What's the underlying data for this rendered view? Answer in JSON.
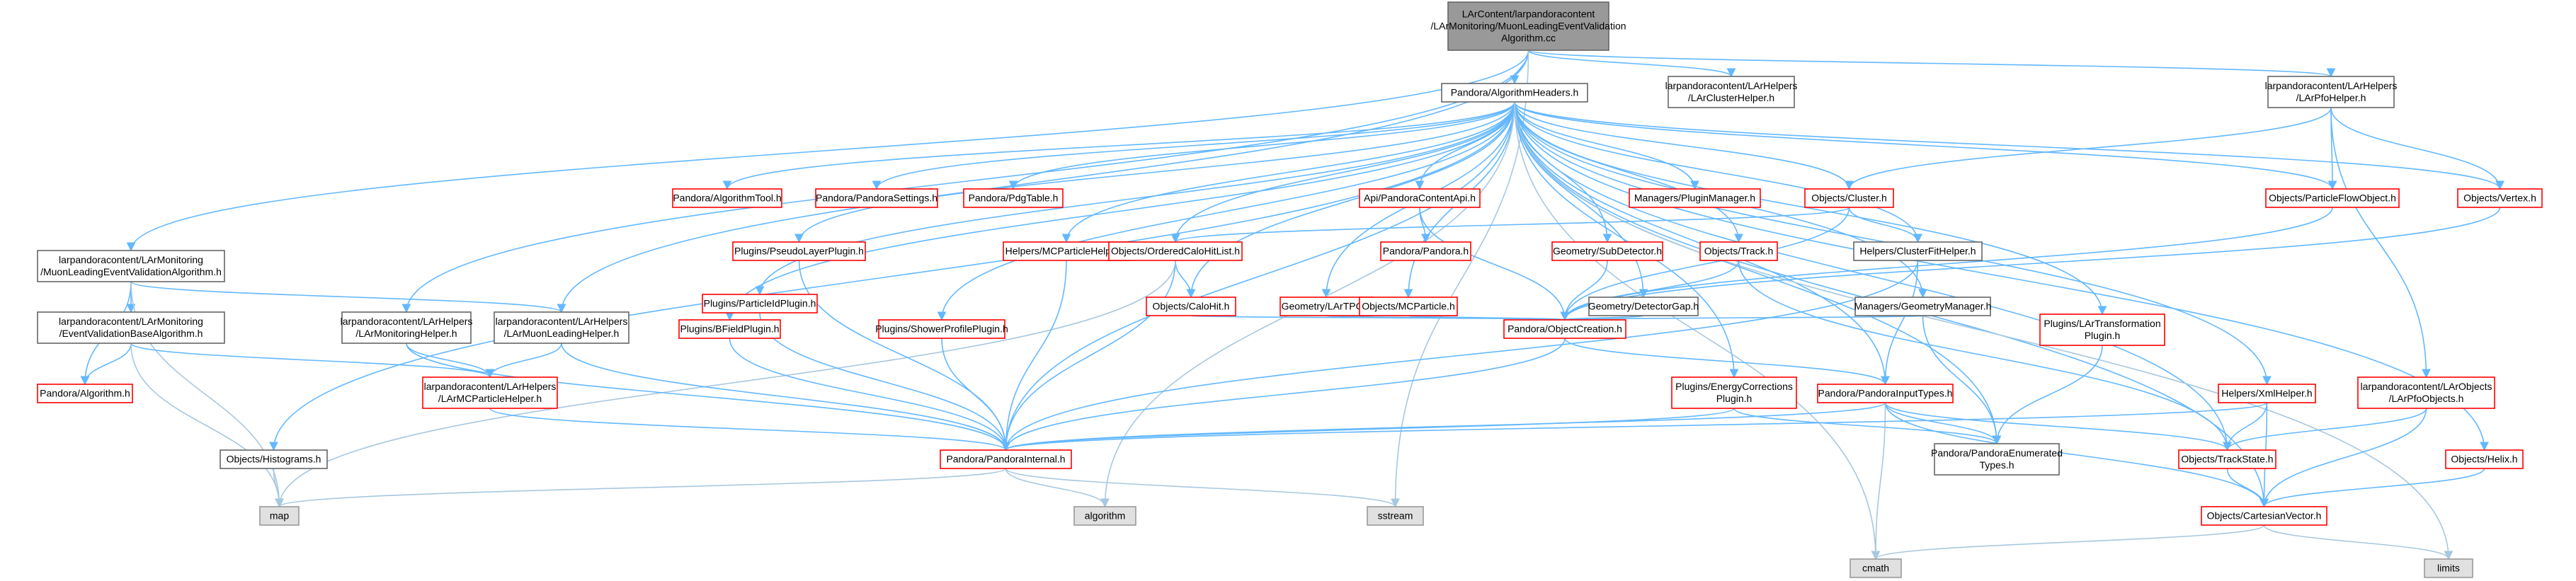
{
  "colors": {
    "edge": "#63b8ff",
    "edge_muted": "#a7c8df",
    "node_border_black": "#666666",
    "node_border_red": "#ff0000",
    "node_fill": "#ffffff",
    "root_fill": "#999999",
    "system_fill": "#e0e0e0",
    "system_border": "#999999",
    "text": "#000000"
  },
  "nodes": [
    {
      "id": "root",
      "lines": [
        "LArContent/larpandoracontent",
        "/LArMonitoring/MuonLeadingEventValidation",
        "Algorithm.cc"
      ],
      "style": "root"
    },
    {
      "id": "alg_headers",
      "lines": [
        "Pandora/AlgorithmHeaders.h"
      ],
      "style": "black"
    },
    {
      "id": "lar_cluster_helper",
      "lines": [
        "larpandoracontent/LArHelpers",
        "/LArClusterHelper.h"
      ],
      "style": "black"
    },
    {
      "id": "lar_pfo_helper",
      "lines": [
        "larpandoracontent/LArHelpers",
        "/LArPfoHelper.h"
      ],
      "style": "black"
    },
    {
      "id": "alg_tool",
      "lines": [
        "Pandora/AlgorithmTool.h"
      ],
      "style": "red"
    },
    {
      "id": "pandora_settings",
      "lines": [
        "Pandora/PandoraSettings.h"
      ],
      "style": "red"
    },
    {
      "id": "pdg_table",
      "lines": [
        "Pandora/PdgTable.h"
      ],
      "style": "red"
    },
    {
      "id": "api",
      "lines": [
        "Api/PandoraContentApi.h"
      ],
      "style": "red"
    },
    {
      "id": "plugin_manager",
      "lines": [
        "Managers/PluginManager.h"
      ],
      "style": "red"
    },
    {
      "id": "cluster",
      "lines": [
        "Objects/Cluster.h"
      ],
      "style": "red"
    },
    {
      "id": "particle_flow",
      "lines": [
        "Objects/ParticleFlowObject.h"
      ],
      "style": "red"
    },
    {
      "id": "vertex",
      "lines": [
        "Objects/Vertex.h"
      ],
      "style": "red"
    },
    {
      "id": "pseudo_layer",
      "lines": [
        "Plugins/PseudoLayerPlugin.h"
      ],
      "style": "red"
    },
    {
      "id": "mc_particle_helper",
      "lines": [
        "Helpers/MCParticleHelper.h"
      ],
      "style": "red"
    },
    {
      "id": "ordered_calo",
      "lines": [
        "Objects/OrderedCaloHitList.h"
      ],
      "style": "red"
    },
    {
      "id": "pandora_pandora",
      "lines": [
        "Pandora/Pandora.h"
      ],
      "style": "red"
    },
    {
      "id": "sub_detector",
      "lines": [
        "Geometry/SubDetector.h"
      ],
      "style": "red"
    },
    {
      "id": "track",
      "lines": [
        "Objects/Track.h"
      ],
      "style": "red"
    },
    {
      "id": "cluster_fit",
      "lines": [
        "Helpers/ClusterFitHelper.h"
      ],
      "style": "black"
    },
    {
      "id": "muon_alg",
      "lines": [
        "larpandoracontent/LArMonitoring",
        "/MuonLeadingEventValidationAlgorithm.h"
      ],
      "style": "black"
    },
    {
      "id": "particle_id",
      "lines": [
        "Plugins/ParticleIdPlugin.h"
      ],
      "style": "red"
    },
    {
      "id": "calo_hit",
      "lines": [
        "Objects/CaloHit.h"
      ],
      "style": "red"
    },
    {
      "id": "lar_tpc",
      "lines": [
        "Geometry/LArTPC.h"
      ],
      "style": "red"
    },
    {
      "id": "mc_particle",
      "lines": [
        "Objects/MCParticle.h"
      ],
      "style": "red"
    },
    {
      "id": "detector_gap",
      "lines": [
        "Geometry/DetectorGap.h"
      ],
      "style": "black"
    },
    {
      "id": "geometry_manager",
      "lines": [
        "Managers/GeometryManager.h"
      ],
      "style": "black"
    },
    {
      "id": "event_validation_base",
      "lines": [
        "larpandoracontent/LArMonitoring",
        "/EventValidationBaseAlgorithm.h"
      ],
      "style": "black"
    },
    {
      "id": "monitoring_helper",
      "lines": [
        "larpandoracontent/LArHelpers",
        "/LArMonitoringHelper.h"
      ],
      "style": "black"
    },
    {
      "id": "muon_leading_helper",
      "lines": [
        "larpandoracontent/LArHelpers",
        "/LArMuonLeadingHelper.h"
      ],
      "style": "black"
    },
    {
      "id": "bfield",
      "lines": [
        "Plugins/BFieldPlugin.h"
      ],
      "style": "red"
    },
    {
      "id": "shower_profile",
      "lines": [
        "Plugins/ShowerProfilePlugin.h"
      ],
      "style": "red"
    },
    {
      "id": "object_creation",
      "lines": [
        "Pandora/ObjectCreation.h"
      ],
      "style": "red"
    },
    {
      "id": "lar_transformation",
      "lines": [
        "Plugins/LArTransformation",
        "Plugin.h"
      ],
      "style": "red"
    },
    {
      "id": "pandora_algorithm",
      "lines": [
        "Pandora/Algorithm.h"
      ],
      "style": "red"
    },
    {
      "id": "mc_particle_helper_lar",
      "lines": [
        "larpandoracontent/LArHelpers",
        "/LArMCParticleHelper.h"
      ],
      "style": "red"
    },
    {
      "id": "energy_corrections",
      "lines": [
        "Plugins/EnergyCorrections",
        "Plugin.h"
      ],
      "style": "red"
    },
    {
      "id": "input_types",
      "lines": [
        "Pandora/PandoraInputTypes.h"
      ],
      "style": "red"
    },
    {
      "id": "xml_helper",
      "lines": [
        "Helpers/XmlHelper.h"
      ],
      "style": "red"
    },
    {
      "id": "lar_pfo_objects",
      "lines": [
        "larpandoracontent/LArObjects",
        "/LArPfoObjects.h"
      ],
      "style": "red"
    },
    {
      "id": "histograms",
      "lines": [
        "Objects/Histograms.h"
      ],
      "style": "black"
    },
    {
      "id": "pandora_internal",
      "lines": [
        "Pandora/PandoraInternal.h"
      ],
      "style": "red"
    },
    {
      "id": "enumerated_types",
      "lines": [
        "Pandora/PandoraEnumerated",
        "Types.h"
      ],
      "style": "black"
    },
    {
      "id": "track_state",
      "lines": [
        "Objects/TrackState.h"
      ],
      "style": "red"
    },
    {
      "id": "helix",
      "lines": [
        "Objects/Helix.h"
      ],
      "style": "red"
    },
    {
      "id": "map",
      "lines": [
        "map"
      ],
      "style": "system"
    },
    {
      "id": "algorithm",
      "lines": [
        "algorithm"
      ],
      "style": "system"
    },
    {
      "id": "sstream",
      "lines": [
        "sstream"
      ],
      "style": "system"
    },
    {
      "id": "cartesian_vector",
      "lines": [
        "Objects/CartesianVector.h"
      ],
      "style": "red"
    },
    {
      "id": "cmath",
      "lines": [
        "cmath"
      ],
      "style": "system"
    },
    {
      "id": "limits",
      "lines": [
        "limits"
      ],
      "style": "system"
    }
  ],
  "edges": [
    [
      "root",
      "alg_headers"
    ],
    [
      "root",
      "lar_cluster_helper"
    ],
    [
      "root",
      "lar_pfo_helper"
    ],
    [
      "root",
      "muon_alg"
    ],
    [
      "root",
      "monitoring_helper"
    ],
    [
      "root",
      "muon_leading_helper"
    ],
    [
      "root",
      "sstream"
    ],
    [
      "alg_headers",
      "alg_tool"
    ],
    [
      "alg_headers",
      "pandora_settings"
    ],
    [
      "alg_headers",
      "pdg_table"
    ],
    [
      "alg_headers",
      "api"
    ],
    [
      "alg_headers",
      "plugin_manager"
    ],
    [
      "alg_headers",
      "cluster"
    ],
    [
      "alg_headers",
      "particle_flow"
    ],
    [
      "alg_headers",
      "vertex"
    ],
    [
      "alg_headers",
      "pseudo_layer"
    ],
    [
      "alg_headers",
      "mc_particle_helper"
    ],
    [
      "alg_headers",
      "ordered_calo"
    ],
    [
      "alg_headers",
      "sub_detector"
    ],
    [
      "alg_headers",
      "track"
    ],
    [
      "alg_headers",
      "cluster_fit"
    ],
    [
      "alg_headers",
      "particle_id"
    ],
    [
      "alg_headers",
      "calo_hit"
    ],
    [
      "alg_headers",
      "lar_tpc"
    ],
    [
      "alg_headers",
      "mc_particle"
    ],
    [
      "alg_headers",
      "detector_gap"
    ],
    [
      "alg_headers",
      "geometry_manager"
    ],
    [
      "alg_headers",
      "bfield"
    ],
    [
      "alg_headers",
      "shower_profile"
    ],
    [
      "alg_headers",
      "lar_transformation"
    ],
    [
      "alg_headers",
      "energy_corrections"
    ],
    [
      "alg_headers",
      "input_types"
    ],
    [
      "alg_headers",
      "xml_helper"
    ],
    [
      "alg_headers",
      "histograms"
    ],
    [
      "alg_headers",
      "pandora_internal"
    ],
    [
      "alg_headers",
      "enumerated_types"
    ],
    [
      "alg_headers",
      "track_state"
    ],
    [
      "alg_headers",
      "helix"
    ],
    [
      "alg_headers",
      "algorithm"
    ],
    [
      "alg_headers",
      "cartesian_vector"
    ],
    [
      "alg_headers",
      "cmath"
    ],
    [
      "alg_headers",
      "limits"
    ],
    [
      "lar_pfo_helper",
      "cluster"
    ],
    [
      "lar_pfo_helper",
      "particle_flow"
    ],
    [
      "lar_pfo_helper",
      "vertex"
    ],
    [
      "lar_pfo_helper",
      "lar_pfo_objects"
    ],
    [
      "api",
      "pandora_pandora"
    ],
    [
      "api",
      "object_creation"
    ],
    [
      "cluster",
      "ordered_calo"
    ],
    [
      "cluster",
      "object_creation"
    ],
    [
      "cluster",
      "cluster_fit"
    ],
    [
      "particle_flow",
      "object_creation"
    ],
    [
      "vertex",
      "object_creation"
    ],
    [
      "ordered_calo",
      "calo_hit"
    ],
    [
      "ordered_calo",
      "pandora_internal"
    ],
    [
      "ordered_calo",
      "map"
    ],
    [
      "sub_detector",
      "object_creation"
    ],
    [
      "track",
      "object_creation"
    ],
    [
      "track",
      "track_state"
    ],
    [
      "cluster_fit",
      "input_types"
    ],
    [
      "cluster_fit",
      "pandora_internal"
    ],
    [
      "calo_hit",
      "object_creation"
    ],
    [
      "lar_tpc",
      "object_creation"
    ],
    [
      "mc_particle",
      "object_creation"
    ],
    [
      "detector_gap",
      "object_creation"
    ],
    [
      "geometry_manager",
      "object_creation"
    ],
    [
      "geometry_manager",
      "enumerated_types"
    ],
    [
      "muon_alg",
      "event_validation_base"
    ],
    [
      "muon_alg",
      "pandora_algorithm"
    ],
    [
      "muon_alg",
      "muon_leading_helper"
    ],
    [
      "muon_alg",
      "map"
    ],
    [
      "event_validation_base",
      "pandora_algorithm"
    ],
    [
      "event_validation_base",
      "mc_particle_helper_lar"
    ],
    [
      "event_validation_base",
      "map"
    ],
    [
      "monitoring_helper",
      "mc_particle_helper_lar"
    ],
    [
      "monitoring_helper",
      "pandora_internal"
    ],
    [
      "muon_leading_helper",
      "mc_particle_helper_lar"
    ],
    [
      "muon_leading_helper",
      "pandora_internal"
    ],
    [
      "mc_particle_helper_lar",
      "pandora_internal"
    ],
    [
      "particle_id",
      "pandora_internal"
    ],
    [
      "bfield",
      "pandora_internal"
    ],
    [
      "shower_profile",
      "pandora_internal"
    ],
    [
      "pseudo_layer",
      "pandora_internal"
    ],
    [
      "mc_particle_helper",
      "pandora_internal"
    ],
    [
      "object_creation",
      "input_types"
    ],
    [
      "object_creation",
      "pandora_internal"
    ],
    [
      "lar_transformation",
      "enumerated_types"
    ],
    [
      "energy_corrections",
      "enumerated_types"
    ],
    [
      "energy_corrections",
      "pandora_internal"
    ],
    [
      "input_types",
      "enumerated_types"
    ],
    [
      "input_types",
      "pandora_internal"
    ],
    [
      "input_types",
      "track_state"
    ],
    [
      "input_types",
      "cartesian_vector"
    ],
    [
      "input_types",
      "cmath"
    ],
    [
      "xml_helper",
      "track_state"
    ],
    [
      "xml_helper",
      "cartesian_vector"
    ],
    [
      "xml_helper",
      "pandora_internal"
    ],
    [
      "lar_pfo_objects",
      "track_state"
    ],
    [
      "lar_pfo_objects",
      "cartesian_vector"
    ],
    [
      "histograms",
      "map"
    ],
    [
      "pandora_internal",
      "map"
    ],
    [
      "pandora_internal",
      "algorithm"
    ],
    [
      "pandora_internal",
      "sstream"
    ],
    [
      "track_state",
      "cartesian_vector"
    ],
    [
      "helix",
      "cartesian_vector"
    ],
    [
      "cartesian_vector",
      "cmath"
    ],
    [
      "cartesian_vector",
      "limits"
    ]
  ]
}
